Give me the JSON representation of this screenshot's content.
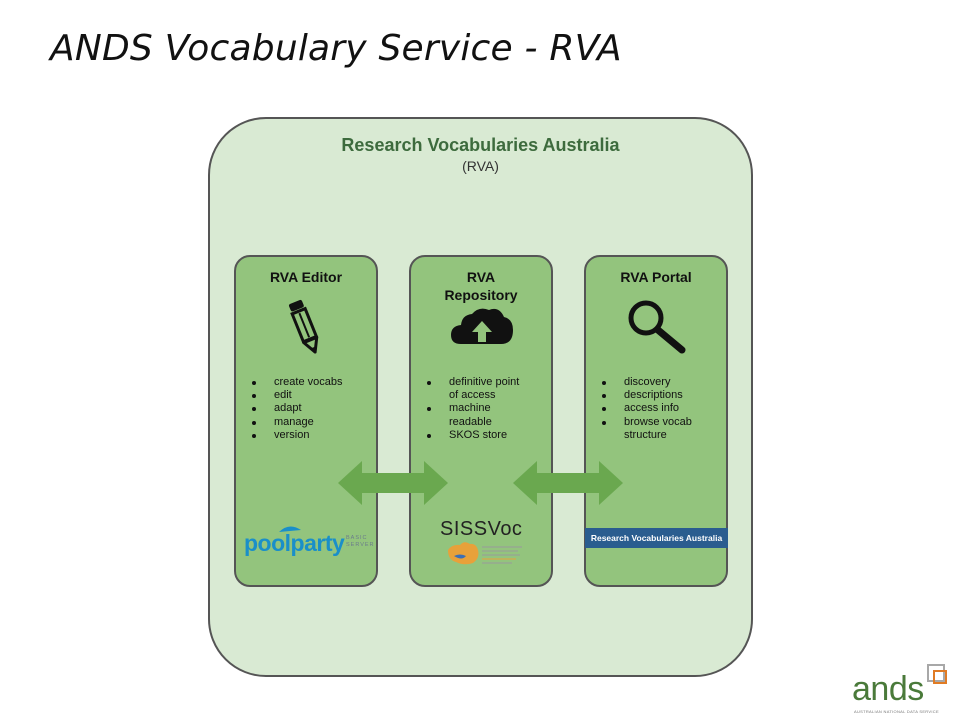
{
  "slide": {
    "title": "ANDS Vocabulary Service - RVA"
  },
  "diagram": {
    "title": "Research Vocabularies Australia",
    "subtitle": "(RVA)",
    "components": [
      {
        "title_lines": [
          "RVA Editor"
        ],
        "icon": "pencil-icon",
        "features": [
          "create vocabs",
          "edit",
          "adapt",
          "manage",
          "version"
        ],
        "logo": {
          "name": "poolparty",
          "text_main": "poolparty",
          "text_sub": [
            "BASIC",
            "SERVER"
          ]
        }
      },
      {
        "title_lines": [
          "RVA",
          "Repository"
        ],
        "icon": "cloud-upload-icon",
        "features": [
          "definitive point",
          "of access",
          "machine",
          "readable",
          "SKOS store"
        ],
        "logo": {
          "name": "sissvoc",
          "text_main": "SISSVoc"
        }
      },
      {
        "title_lines": [
          "RVA Portal"
        ],
        "icon": "magnifier-icon",
        "features": [
          "discovery",
          "descriptions",
          "access info",
          "browse vocab",
          "structure"
        ],
        "logo": {
          "name": "rva-banner",
          "text_main": "Research Vocabularies Australia"
        }
      }
    ],
    "connectors": [
      "bidirectional-arrow",
      "bidirectional-arrow"
    ]
  },
  "footer_logo": {
    "text": "ands",
    "tagline": "AUSTRALIAN NATIONAL DATA SERVICE"
  },
  "colors": {
    "outer_fill": "#d9ead3",
    "component_fill": "#93c47d",
    "arrow": "#6aa84f",
    "heading_green": "#3d6b3d",
    "banner_blue": "#2a5d8f"
  }
}
